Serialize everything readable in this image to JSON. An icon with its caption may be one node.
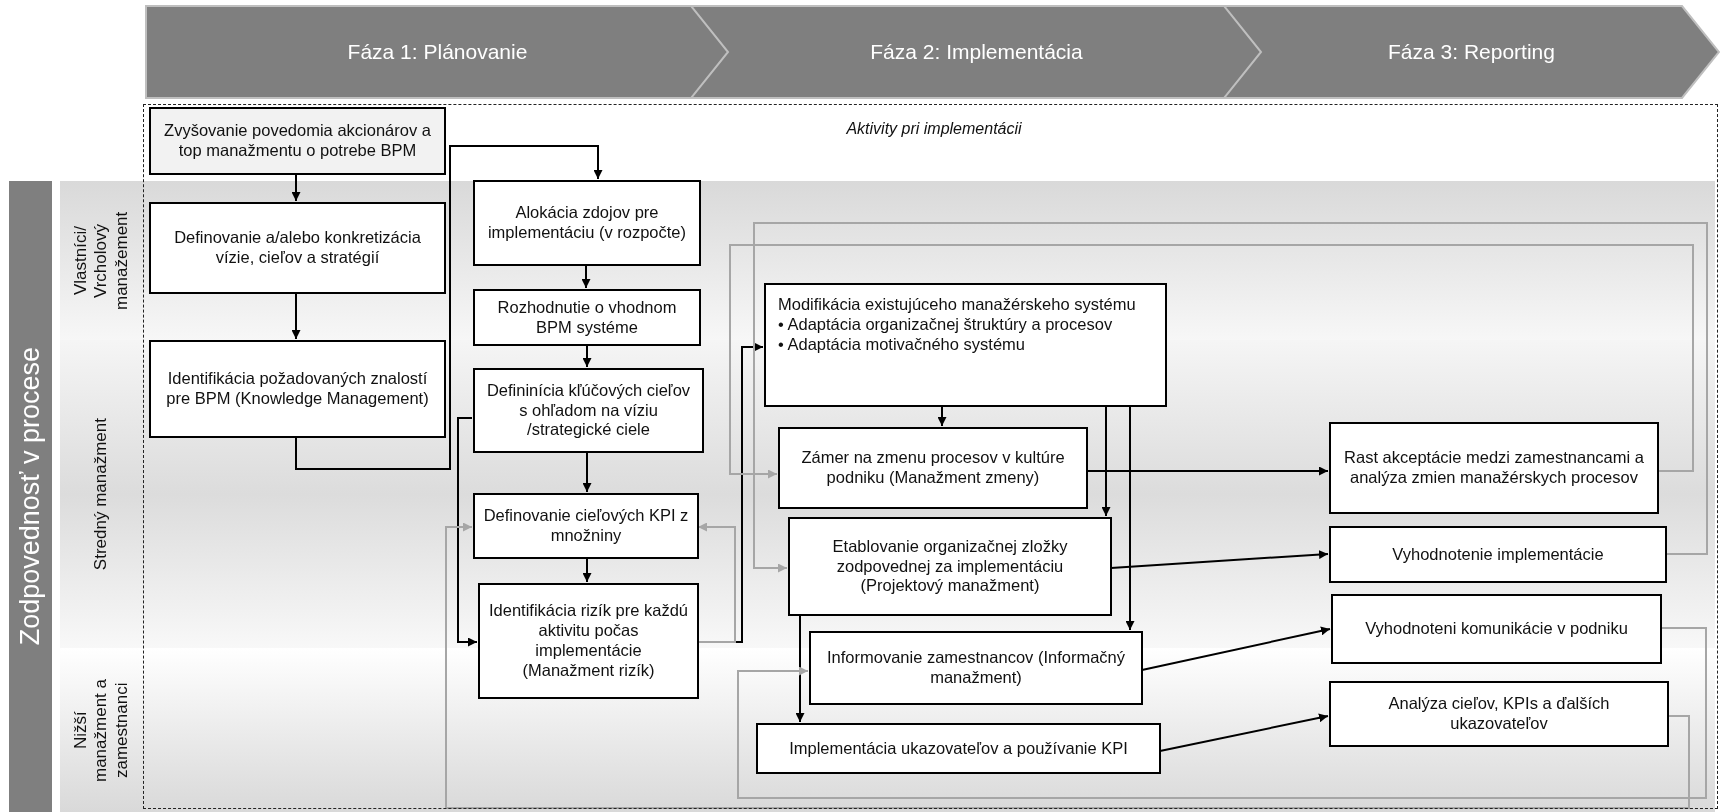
{
  "diagram": {
    "nodes": [
      {
        "text": [
          "Fáza 1: Plánovanie"
        ]
      },
      {
        "text": [
          "Fáza 2: Implementácia"
        ]
      },
      {
        "text": [
          "Fáza 3: Reporting"
        ]
      },
      {
        "text": [
          "Zodpovednosť v procese"
        ]
      },
      {
        "text": [
          "Vlastníci/ Vrcholový manažement"
        ]
      },
      {
        "text": [
          "Stredný manažment"
        ]
      },
      {
        "text": [
          "Nižší manažment a zamestnanci"
        ]
      },
      {
        "text": [
          "Aktivity pri implementácii"
        ]
      },
      {
        "text": [
          "Zvyšovanie povedomia akcionárov a top manažmentu o potrebe BPM"
        ],
        "in": 7
      },
      {
        "text": [
          "Definovanie a/alebo konkretizácia vízie, cieľov a stratégií"
        ],
        "in": 7
      },
      {
        "text": [
          "Identifikácia požadovaných znalostí pre BPM (Knowledge Management)"
        ],
        "in": 7
      },
      {
        "text": [
          "Alokácia zdojov pre implementáciu (v rozpočte)"
        ],
        "in": 7
      },
      {
        "text": [
          "Rozhodnutie o vhodnom BPM systéme"
        ],
        "in": 7
      },
      {
        "text": [
          "Defininícia kľúčových cieľov s ohľadom na víziu /strategické ciele"
        ],
        "in": 7
      },
      {
        "text": [
          "Definovanie cieľových KPI z množniny"
        ],
        "in": 7
      },
      {
        "text": [
          "Identifikácia rizík pre každú aktivitu počas implementácie (Manažment rizík)"
        ],
        "in": 7
      },
      {
        "text": [
          "Modifikácia existujúceho manažérskeho systému",
          "• Adaptácia organizačnej štruktúry a procesov",
          "• Adaptácia motivačného systému"
        ],
        "in": 7
      },
      {
        "text": [
          "Zámer na zmenu procesov v kultúre podniku (Manažment zmeny)"
        ],
        "in": 7
      },
      {
        "text": [
          "Etablovanie organizačnej zložky zodpovednej za implementáciu (Projektový manažment)"
        ],
        "in": 7
      },
      {
        "text": [
          "Informovanie zamestnancov (Informačný manažment)"
        ],
        "in": 7
      },
      {
        "text": [
          "Implementácia ukazovateľov a používanie KPI"
        ],
        "in": 7
      },
      {
        "text": [
          "Rast akceptácie medzi zamestnancami a analýza zmien manažérskych procesov"
        ],
        "in": 7
      },
      {
        "text": [
          "Vyhodnotenie implementácie"
        ],
        "in": 7
      },
      {
        "text": [
          "Vyhodnoteni komunikácie v podniku"
        ],
        "in": 7
      },
      {
        "text": [
          "Analýza cieľov, KPIs a ďalších ukazovateľov"
        ],
        "in": 7
      }
    ],
    "edges": [
      {
        "from": 8,
        "to": 9,
        "arrow": "to"
      },
      {
        "from": 9,
        "to": 10,
        "arrow": "to"
      },
      {
        "from": 10,
        "to": 11,
        "arrow": "to"
      },
      {
        "from": 11,
        "to": 12,
        "arrow": "to"
      },
      {
        "from": 12,
        "to": 13,
        "arrow": "to"
      },
      {
        "from": 13,
        "to": 14,
        "arrow": "to"
      },
      {
        "from": 14,
        "to": 15,
        "arrow": "to"
      },
      {
        "from": 13,
        "to": 15,
        "arrow": "to"
      },
      {
        "from": 15,
        "to": 16,
        "arrow": "to"
      },
      {
        "from": 16,
        "to": 17,
        "arrow": "to"
      },
      {
        "from": 16,
        "to": 18,
        "arrow": "to"
      },
      {
        "from": 16,
        "to": 19,
        "arrow": "to"
      },
      {
        "from": 18,
        "to": 20,
        "arrow": "to"
      },
      {
        "from": 17,
        "to": 21,
        "arrow": "to"
      },
      {
        "from": 18,
        "to": 22,
        "arrow": "to"
      },
      {
        "from": 19,
        "to": 23,
        "arrow": "to"
      },
      {
        "from": 20,
        "to": 24,
        "arrow": "to"
      },
      {
        "from": 15,
        "to": 14,
        "arrow": "to",
        "color": "#a6a6a6"
      },
      {
        "from": 21,
        "to": 17,
        "arrow": "to",
        "color": "#a6a6a6"
      },
      {
        "from": 22,
        "to": 18,
        "arrow": "to",
        "color": "#a6a6a6"
      },
      {
        "from": 23,
        "to": 19,
        "arrow": "to",
        "color": "#a6a6a6"
      },
      {
        "from": 24,
        "to": 14,
        "arrow": "to",
        "color": "#a6a6a6"
      }
    ]
  }
}
